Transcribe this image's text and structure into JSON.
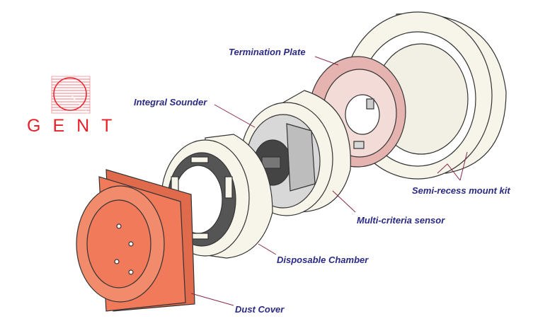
{
  "logo": {
    "text": "GENT",
    "color": "#e8202a"
  },
  "labels": {
    "termination_plate": "Termination Plate",
    "integral_sounder": "Integral Sounder",
    "semi_recess": "Semi-recess mount kit",
    "multi_criteria": "Multi-criteria sensor",
    "disposable_chamber": "Disposable Chamber",
    "dust_cover": "Dust Cover"
  },
  "colors": {
    "label": "#2a2a86",
    "dust_cover": "#f07a5a",
    "termination_plate": "#e6b4b0",
    "part_white": "#f7f5ea"
  }
}
